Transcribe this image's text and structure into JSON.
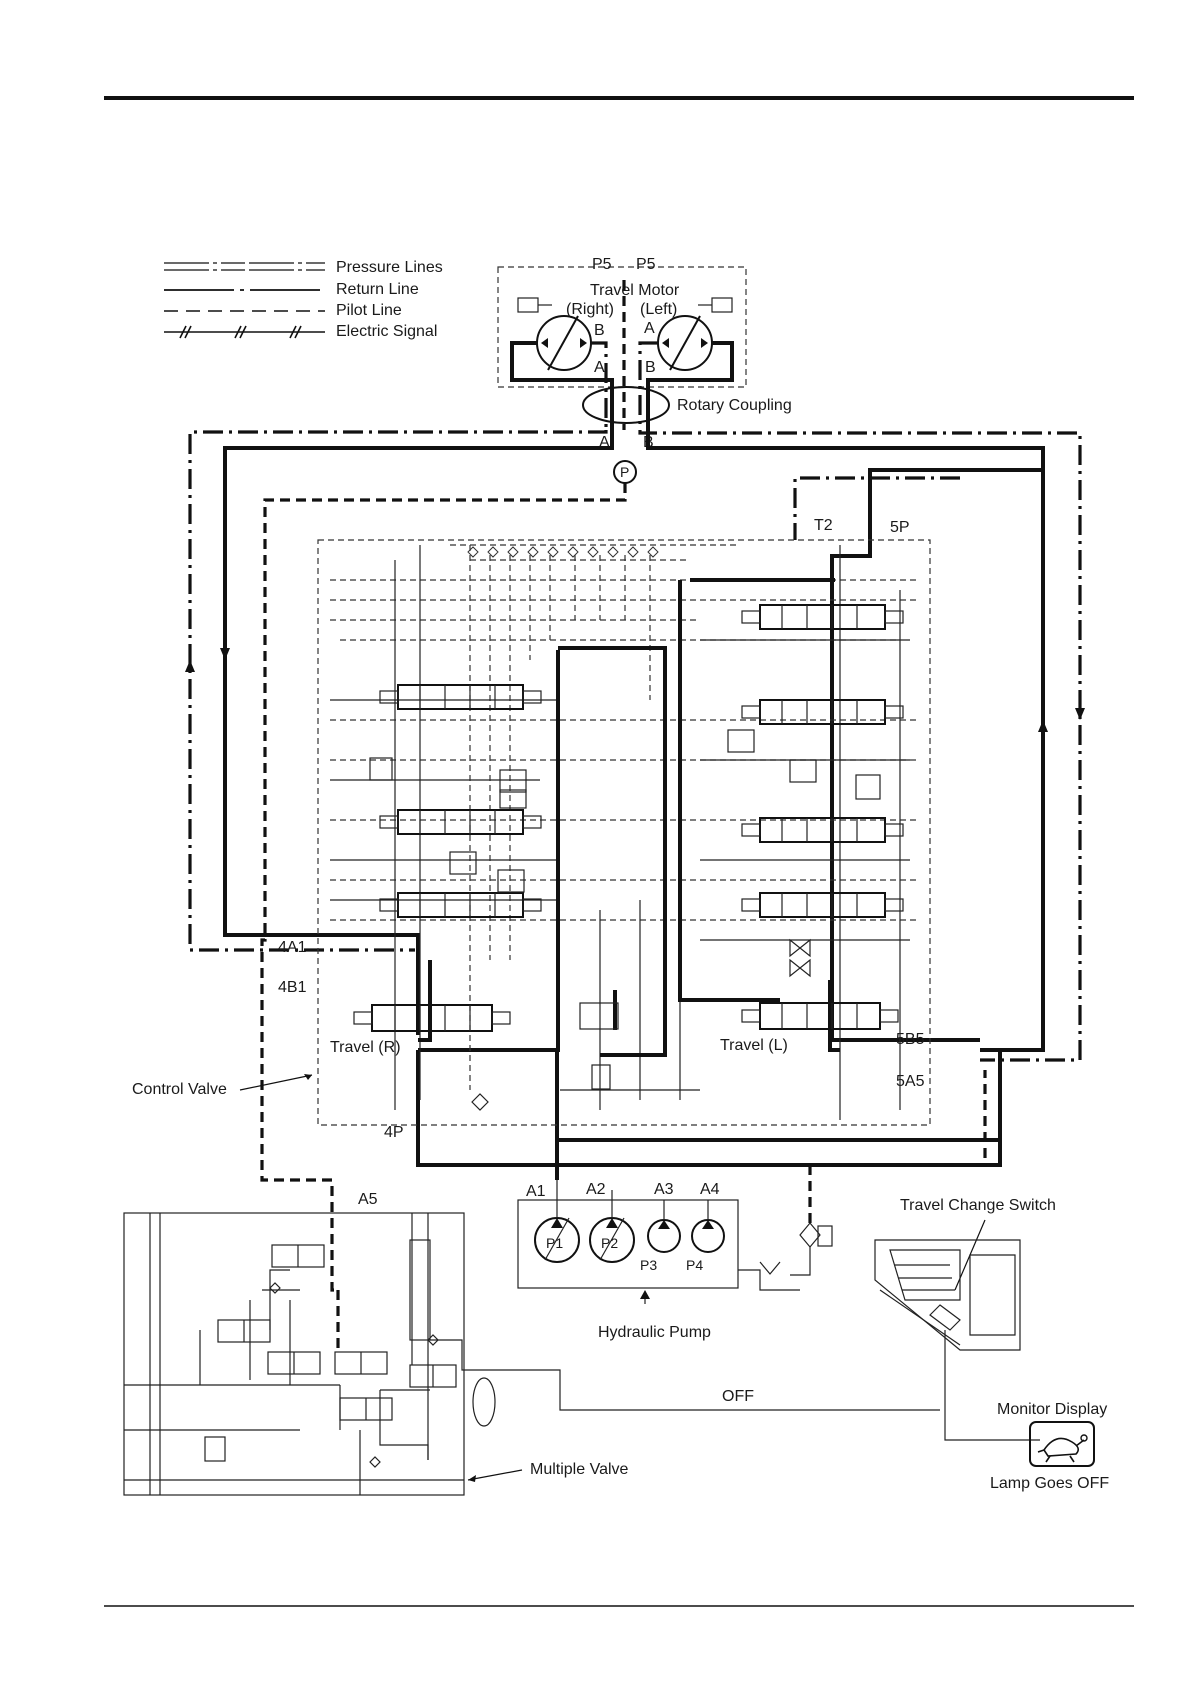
{
  "legend": {
    "pressure": "Pressure Lines",
    "return": "Return Line",
    "pilot": "Pilot Line",
    "electric": "Electric Signal"
  },
  "travel_motor": {
    "title": "Travel Motor",
    "right": "(Right)",
    "left": "(Left)",
    "p5_left": "P5",
    "p5_right": "P5",
    "port_a": "A",
    "port_b": "B"
  },
  "rotary_coupling": "Rotary Coupling",
  "pressure_marker": "P",
  "control_valve": {
    "label": "Control Valve",
    "travel_right": "Travel (R)",
    "travel_left": "Travel (L)",
    "ports": {
      "t2": "T2",
      "p5": "5P",
      "a4_1": "4A1",
      "b4_1": "4B1",
      "p4": "4P",
      "b5_5": "5B5",
      "a5_5": "5A5"
    }
  },
  "pump": {
    "label": "Hydraulic Pump",
    "a1": "A1",
    "a2": "A2",
    "a3": "A3",
    "a4": "A4",
    "p1": "P1",
    "p2": "P2",
    "p3": "P3",
    "p4": "P4"
  },
  "multiple_valve": {
    "label": "Multiple Valve",
    "a5": "A5"
  },
  "switch": {
    "label": "Travel Change Switch",
    "off": "OFF"
  },
  "monitor": {
    "label": "Monitor Display",
    "lamp": "Lamp Goes OFF"
  }
}
